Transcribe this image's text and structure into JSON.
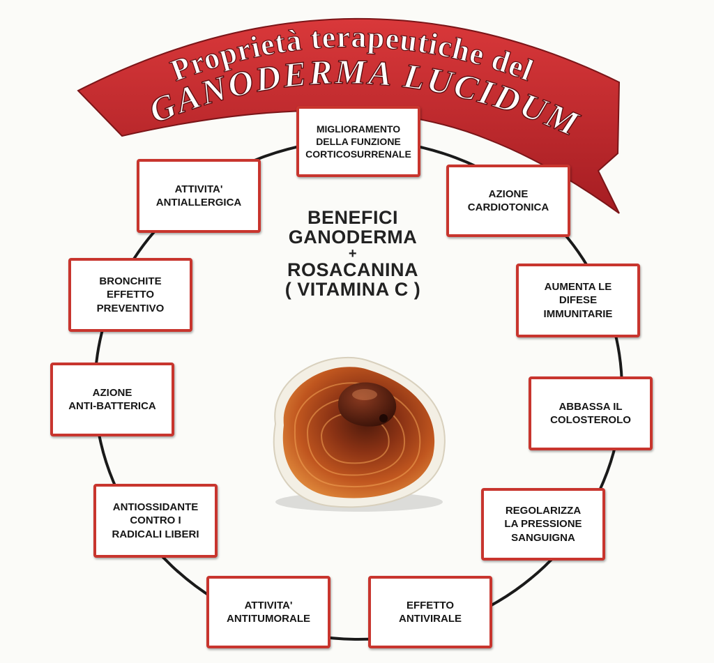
{
  "title": {
    "line1": "Proprietà terapeutiche del",
    "line2": "GANODERMA LUCIDUM"
  },
  "center": {
    "line1": "BENEFICI",
    "line2": "GANODERMA",
    "plus": "+",
    "line3": "ROSACANINA",
    "line4": "( VITAMINA C )"
  },
  "benefits": [
    {
      "lines": [
        "MIGLIORAMENTO",
        "DELLA FUNZIONE",
        "CORTICOSURRENALE"
      ]
    },
    {
      "lines": [
        "AZIONE",
        "CARDIOTONICA"
      ]
    },
    {
      "lines": [
        "AUMENTA LE",
        "DIFESE",
        "IMMUNITARIE"
      ]
    },
    {
      "lines": [
        "ABBASSA IL",
        "COLOSTEROLO"
      ]
    },
    {
      "lines": [
        "REGOLARIZZA",
        "LA PRESSIONE",
        "SANGUIGNA"
      ]
    },
    {
      "lines": [
        "EFFETTO",
        "ANTIVIRALE"
      ]
    },
    {
      "lines": [
        "ATTIVITA'",
        "ANTITUMORALE"
      ]
    },
    {
      "lines": [
        "ANTIOSSIDANTE",
        "CONTRO I",
        "RADICALI LIBERI"
      ]
    },
    {
      "lines": [
        "AZIONE",
        "ANTI-BATTERICA"
      ]
    },
    {
      "lines": [
        "BRONCHITE",
        "EFFETTO",
        "PREVENTIVO"
      ]
    },
    {
      "lines": [
        "ATTIVITA'",
        "ANTIALLERGICA"
      ]
    }
  ],
  "colors": {
    "banner": "#c8262a",
    "box_border": "#c8352e",
    "ring": "#1a1a1a",
    "text": "#161616",
    "mushroom_cap": "#a8461c"
  },
  "icons": {
    "mushroom": "ganoderma-mushroom-image"
  }
}
